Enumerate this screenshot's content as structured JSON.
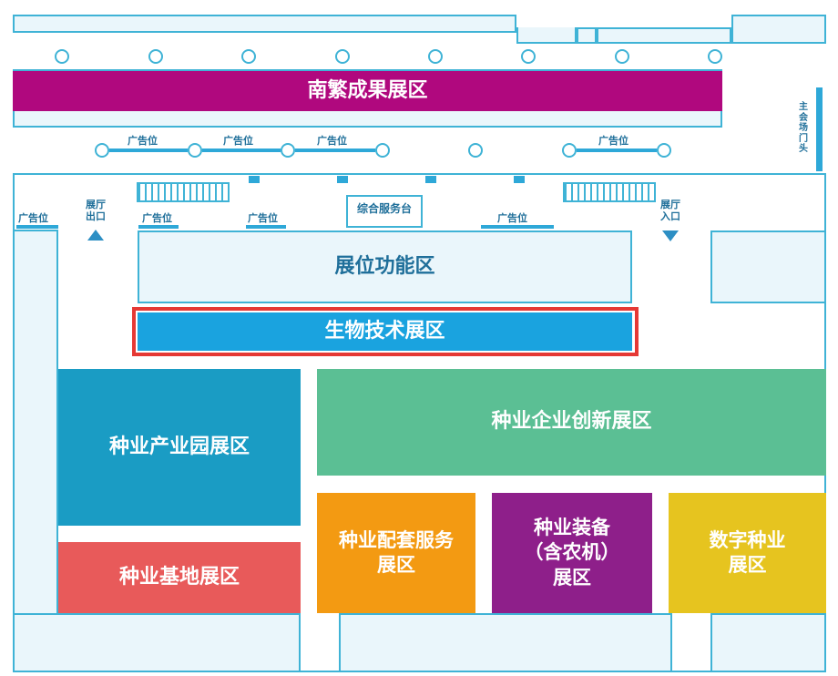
{
  "zones": {
    "nanfan": "南繁成果展区",
    "booth_function": "展位功能区",
    "biotech": "生物技术展区",
    "seed_park": "种业产业园展区",
    "seed_base": "种业基地展区",
    "enterprise_innovation": "种业企业创新展区",
    "supporting_services": "种业配套服务\n展区",
    "equipment": "种业装备\n（含农机）\n展区",
    "digital": "数字种业\n展区"
  },
  "labels": {
    "ad": "广告位",
    "hall_exit": "展厅\n出口",
    "hall_entrance": "展厅\n入口",
    "service_desk": "综合服务台",
    "main_venue_front": "主\n会\n场\n门\n头"
  },
  "colors": {
    "nanfan": "#b0087e",
    "biotech": "#1aa3df",
    "biotech_highlight": "#e53935",
    "seed_park": "#1a9cc4",
    "seed_base": "#e85a5a",
    "enterprise_innovation": "#5bbf94",
    "supporting_services": "#f39a12",
    "equipment": "#8e1f8a",
    "digital": "#e6c41f",
    "outline": "#3fb3d6"
  }
}
